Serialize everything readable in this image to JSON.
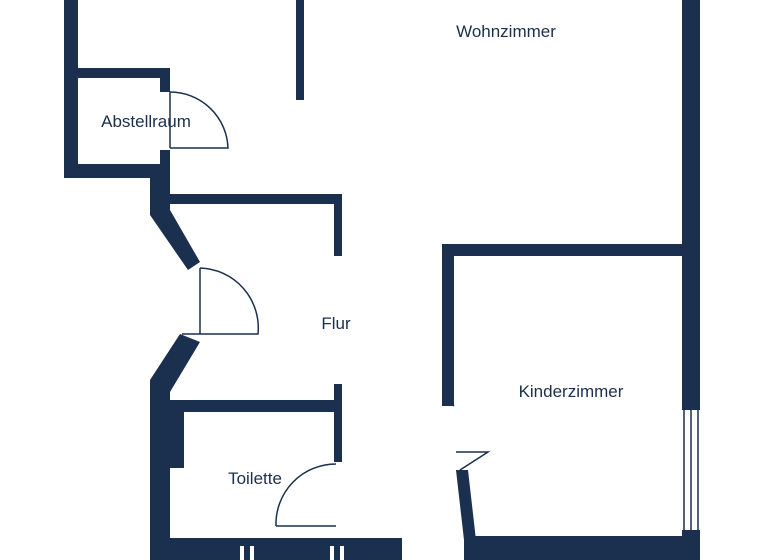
{
  "plan": {
    "wall_color": "#1b2f4e",
    "background_color": "#ffffff",
    "rooms": [
      {
        "id": "wohnzimmer",
        "label": "Wohnzimmer"
      },
      {
        "id": "abstellraum",
        "label": "Abstellraum"
      },
      {
        "id": "flur",
        "label": "Flur"
      },
      {
        "id": "kinderzimmer",
        "label": "Kinderzimmer"
      },
      {
        "id": "toilette",
        "label": "Toilette"
      }
    ]
  }
}
